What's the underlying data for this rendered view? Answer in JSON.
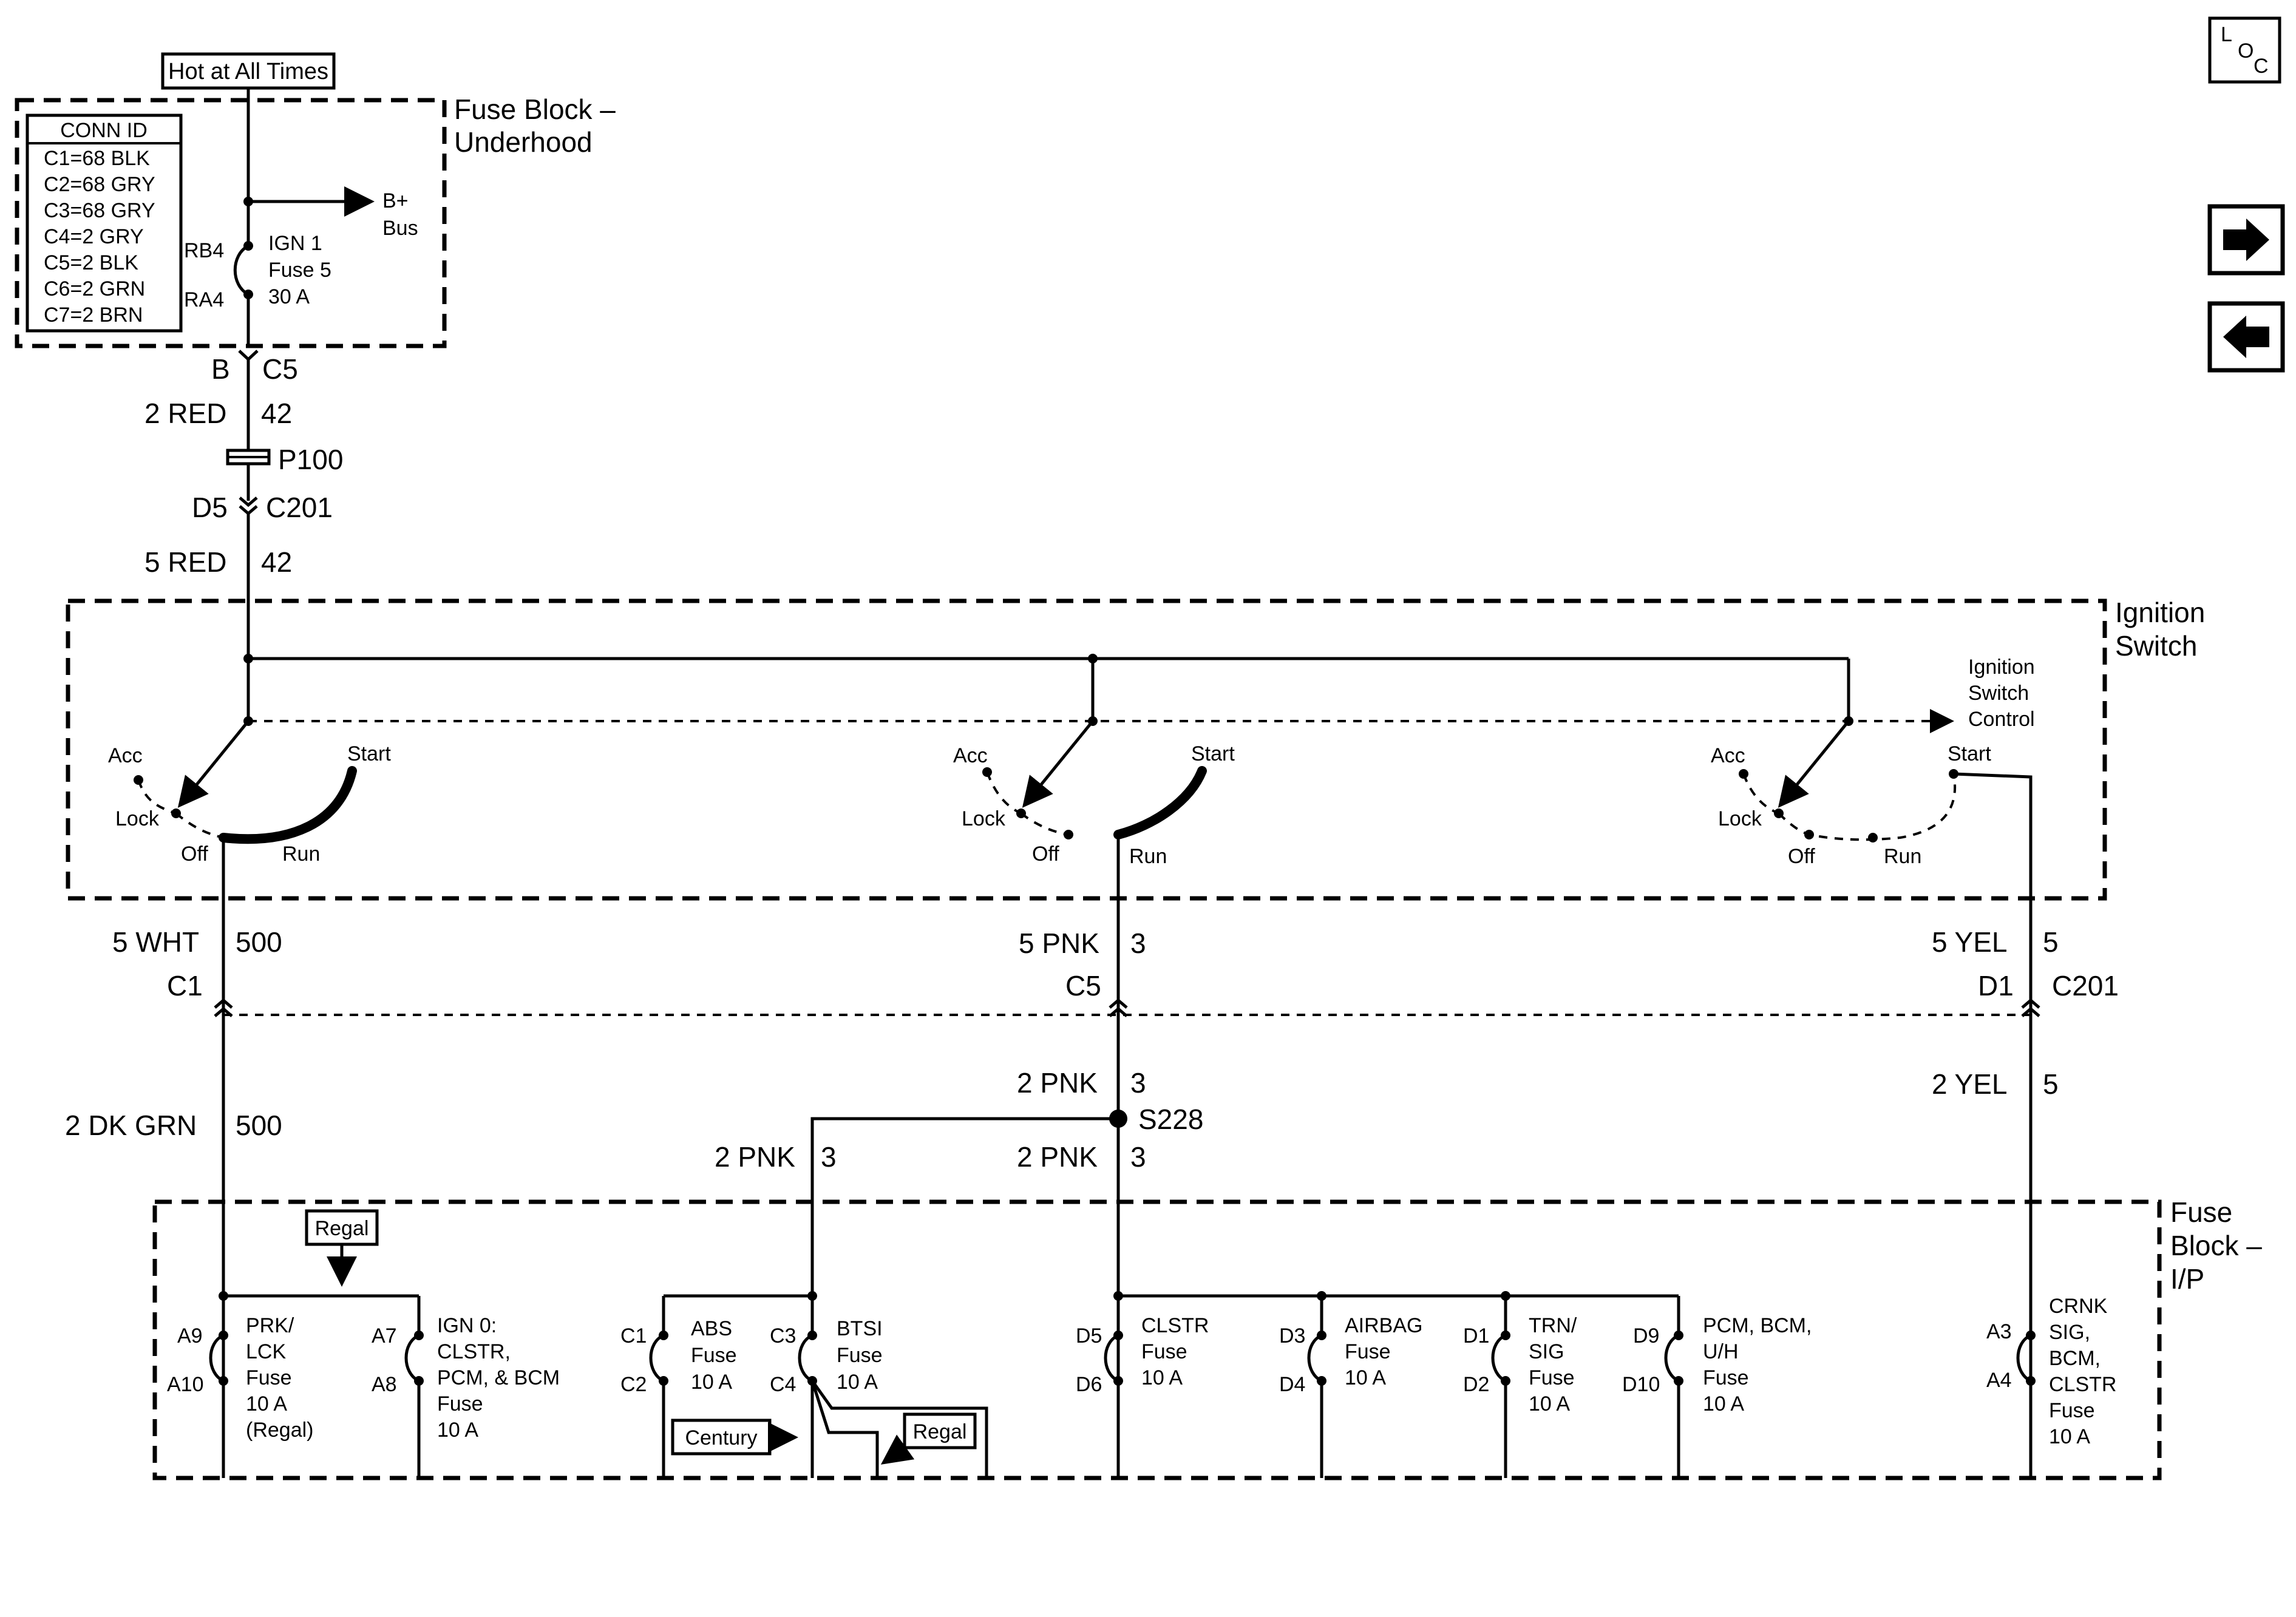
{
  "top": {
    "hot_label": "Hot at All Times",
    "fuse_block_underhood": [
      "Fuse Block –",
      "Underhood"
    ],
    "conn_id": {
      "title": "CONN ID",
      "rows": [
        "C1=68 BLK",
        "C2=68 GRY",
        "C3=68 GRY",
        "C4=2 GRY",
        "C5=2 BLK",
        "C6=2 GRN",
        "C7=2 BRN"
      ]
    },
    "bplus": [
      "B+",
      "Bus"
    ],
    "fuse": {
      "pin_top": "RB4",
      "pin_bottom": "RA4",
      "lines": [
        "IGN 1",
        "Fuse 5",
        "30 A"
      ]
    },
    "conn_b": "B",
    "conn_c5": "C5",
    "wire1_color": "2 RED",
    "wire1_circuit": "42",
    "p100": "P100",
    "conn_d5": "D5",
    "conn_c201": "C201",
    "wire2_color": "5 RED",
    "wire2_circuit": "42"
  },
  "ignition": {
    "title": [
      "Ignition",
      "Switch"
    ],
    "control": [
      "Ignition",
      "Switch",
      "Control"
    ],
    "positions": {
      "acc": "Acc",
      "lock": "Lock",
      "off": "Off",
      "run": "Run",
      "start": "Start"
    }
  },
  "outputs": {
    "left": {
      "color": "5 WHT",
      "circuit": "500",
      "conn": "C1",
      "color2": "2 DK GRN",
      "circuit2": "500"
    },
    "mid": {
      "color": "5 PNK",
      "circuit": "3",
      "conn": "C5",
      "color2": "2 PNK",
      "circuit2": "3",
      "splice": "S228",
      "branch_color": "2 PNK",
      "branch_circuit": "3",
      "down_color": "2 PNK",
      "down_circuit": "3"
    },
    "right": {
      "color": "5 YEL",
      "circuit": "5",
      "conn": "D1",
      "conn2": "C201",
      "color2": "2 YEL",
      "circuit2": "5"
    }
  },
  "ip_block": {
    "title": [
      "Fuse",
      "Block –",
      "I/P"
    ],
    "regal": "Regal",
    "century": "Century",
    "fuses": [
      {
        "pin_top": "A9",
        "pin_bottom": "A10",
        "lines": [
          "PRK/",
          "LCK",
          "Fuse",
          "10 A",
          "(Regal)"
        ]
      },
      {
        "pin_top": "A7",
        "pin_bottom": "A8",
        "lines": [
          "IGN 0:",
          "CLSTR,",
          "PCM, & BCM",
          "Fuse",
          "10 A"
        ]
      },
      {
        "pin_top": "C1",
        "pin_bottom": "C2",
        "lines": [
          "ABS",
          "Fuse",
          "10 A"
        ]
      },
      {
        "pin_top": "C3",
        "pin_bottom": "C4",
        "lines": [
          "BTSI",
          "Fuse",
          "10 A"
        ]
      },
      {
        "pin_top": "D5",
        "pin_bottom": "D6",
        "lines": [
          "CLSTR",
          "Fuse",
          "10 A"
        ]
      },
      {
        "pin_top": "D3",
        "pin_bottom": "D4",
        "lines": [
          "AIRBAG",
          "Fuse",
          "10 A"
        ]
      },
      {
        "pin_top": "D1",
        "pin_bottom": "D2",
        "lines": [
          "TRN/",
          "SIG",
          "Fuse",
          "10 A"
        ]
      },
      {
        "pin_top": "D9",
        "pin_bottom": "D10",
        "lines": [
          "PCM, BCM,",
          "U/H",
          "Fuse",
          "10 A"
        ]
      },
      {
        "pin_top": "A3",
        "pin_bottom": "A4",
        "lines": [
          "CRNK",
          "SIG,",
          "BCM,",
          "CLSTR",
          "Fuse",
          "10 A"
        ]
      }
    ]
  },
  "nav": {
    "loc_letters": [
      "L",
      "O",
      "C"
    ],
    "forward_icon": "arrow-right-icon",
    "back_icon": "arrow-left-icon"
  }
}
